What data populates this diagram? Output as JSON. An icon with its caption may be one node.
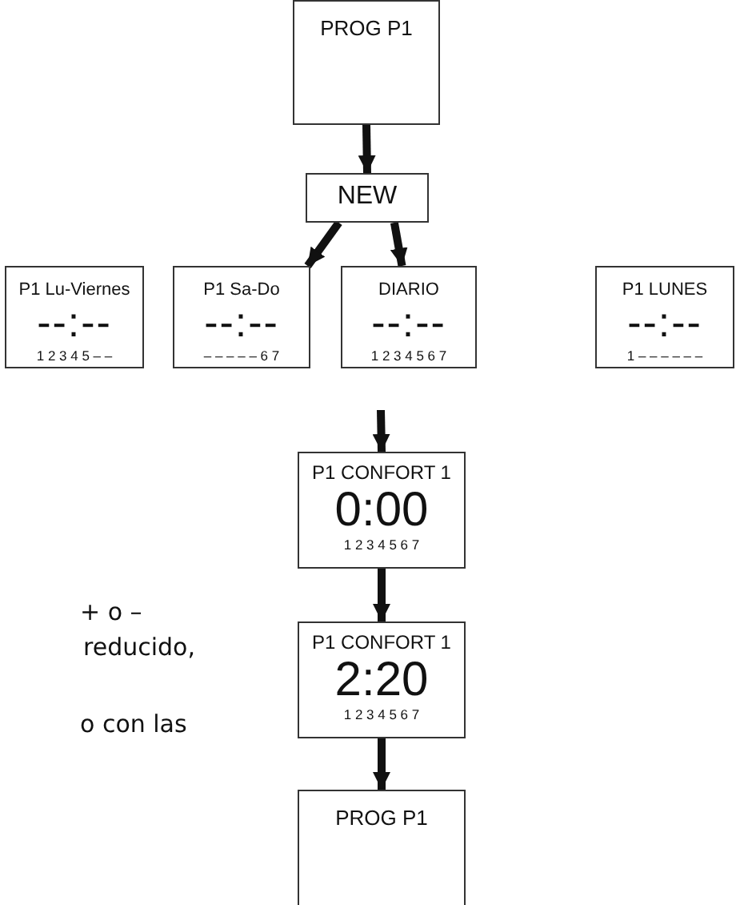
{
  "diagram": {
    "nodes": [
      {
        "text": [
          "PROG P1"
        ]
      },
      {
        "text": [
          "NEW"
        ]
      },
      {
        "text": [
          "P1 Lu-Viernes",
          "--:--",
          "1 2 3 4 5 – –"
        ]
      },
      {
        "text": [
          "P1 Sa-Do",
          "--:--",
          "– – – – – 6 7"
        ]
      },
      {
        "text": [
          "DIARIO",
          "--:--",
          "1 2 3 4 5 6 7"
        ]
      },
      {
        "text": [
          "P1 LUNES",
          "--:--",
          "1 – – – – – –"
        ]
      },
      {
        "text": [
          "P1 CONFORT 1",
          "0:00",
          "1 2 3 4 5 6 7"
        ]
      },
      {
        "text": [
          "P1 CONFORT 1",
          "2:20",
          "1 2 3 4 5 6 7"
        ]
      },
      {
        "text": [
          "PROG P1"
        ]
      }
    ],
    "edges": [
      {
        "from": 0,
        "to": 1,
        "arrow": "to"
      },
      {
        "from": 1,
        "to": 3,
        "arrow": "to"
      },
      {
        "from": 1,
        "to": 4,
        "arrow": "to"
      },
      {
        "from": null,
        "to": 6,
        "arrow": "to"
      },
      {
        "from": 6,
        "to": 7,
        "arrow": "to"
      },
      {
        "from": 7,
        "to": 8,
        "arrow": "to"
      }
    ],
    "labels": [
      "+ o –",
      "reducido,",
      "o con las"
    ]
  }
}
